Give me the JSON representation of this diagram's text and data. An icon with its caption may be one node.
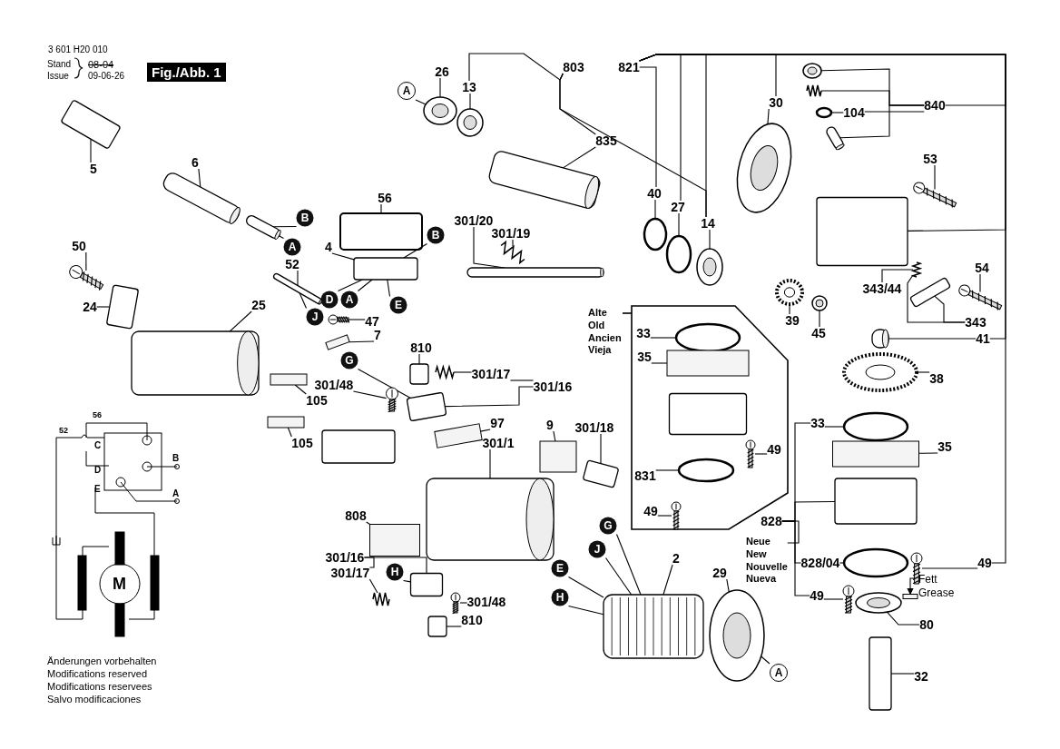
{
  "diagram": {
    "nodes": [
      {
        "text": [
          "5"
        ]
      },
      {
        "text": [
          "6"
        ]
      },
      {
        "text": [
          "B"
        ]
      },
      {
        "text": [
          "A"
        ]
      },
      {
        "text": [
          "50"
        ]
      },
      {
        "text": [
          "24"
        ]
      },
      {
        "text": [
          "56"
        ]
      },
      {
        "text": [
          "4"
        ]
      },
      {
        "text": [
          "52"
        ]
      },
      {
        "text": [
          "B"
        ]
      },
      {
        "text": [
          "D"
        ]
      },
      {
        "text": [
          "A"
        ]
      },
      {
        "text": [
          "E"
        ]
      },
      {
        "text": [
          "J"
        ]
      },
      {
        "text": [
          "25"
        ]
      },
      {
        "text": [
          "47"
        ]
      },
      {
        "text": [
          "7"
        ]
      },
      {
        "text": [
          "26"
        ]
      },
      {
        "text": [
          "A"
        ]
      },
      {
        "text": [
          "13"
        ]
      },
      {
        "text": [
          "803"
        ]
      },
      {
        "text": [
          "835"
        ]
      },
      {
        "text": [
          "821"
        ]
      },
      {
        "text": [
          "40"
        ]
      },
      {
        "text": [
          "27"
        ]
      },
      {
        "text": [
          "14"
        ]
      },
      {
        "text": [
          "30"
        ]
      },
      {
        "text": [
          "840"
        ]
      },
      {
        "text": [
          "104"
        ]
      },
      {
        "text": [
          "53"
        ]
      },
      {
        "text": [
          "54"
        ]
      },
      {
        "text": [
          "343/44"
        ]
      },
      {
        "text": [
          "343"
        ]
      },
      {
        "text": [
          "39"
        ]
      },
      {
        "text": [
          "45"
        ]
      },
      {
        "text": [
          "41"
        ]
      },
      {
        "text": [
          "38"
        ]
      },
      {
        "text": [
          "301/20"
        ]
      },
      {
        "text": [
          "301/19"
        ]
      },
      {
        "text": [
          "810"
        ]
      },
      {
        "text": [
          "G"
        ]
      },
      {
        "text": [
          "301/48"
        ]
      },
      {
        "text": [
          "301/17"
        ]
      },
      {
        "text": [
          "301/16"
        ]
      },
      {
        "text": [
          "105"
        ]
      },
      {
        "text": [
          "105"
        ]
      },
      {
        "text": [
          "97"
        ]
      },
      {
        "text": [
          "9"
        ]
      },
      {
        "text": [
          "301/1"
        ]
      },
      {
        "text": [
          "301/18"
        ]
      },
      {
        "text": [
          "Alte Old Ancien Vieja"
        ]
      },
      {
        "text": [
          "33"
        ],
        "in": 50
      },
      {
        "text": [
          "35"
        ],
        "in": 50
      },
      {
        "text": [
          "49"
        ],
        "in": 50
      },
      {
        "text": [
          "831"
        ],
        "in": 50
      },
      {
        "text": [
          "49"
        ],
        "in": 50
      },
      {
        "text": [
          "808"
        ]
      },
      {
        "text": [
          "301/16"
        ]
      },
      {
        "text": [
          "301/17"
        ]
      },
      {
        "text": [
          "H"
        ]
      },
      {
        "text": [
          "301/48"
        ]
      },
      {
        "text": [
          "810"
        ]
      },
      {
        "text": [
          "G"
        ]
      },
      {
        "text": [
          "J"
        ]
      },
      {
        "text": [
          "E"
        ]
      },
      {
        "text": [
          "H"
        ]
      },
      {
        "text": [
          "2"
        ]
      },
      {
        "text": [
          "29"
        ]
      },
      {
        "text": [
          "A"
        ]
      },
      {
        "text": [
          "33"
        ]
      },
      {
        "text": [
          "35"
        ]
      },
      {
        "text": [
          "828"
        ]
      },
      {
        "text": [
          "Neue New Nouvelle Nueva"
        ]
      },
      {
        "text": [
          "828/04"
        ]
      },
      {
        "text": [
          "49"
        ]
      },
      {
        "text": [
          "49"
        ]
      },
      {
        "text": [
          "Fett Grease"
        ]
      },
      {
        "text": [
          "80"
        ]
      },
      {
        "text": [
          "32"
        ]
      },
      {
        "text": [],
        "shape": "box"
      },
      {
        "text": [],
        "shape": "cylinder"
      },
      {
        "text": [],
        "shape": "cylinder"
      },
      {
        "text": [],
        "shape": "picture"
      },
      {
        "text": [],
        "shape": "box"
      },
      {
        "text": [],
        "shape": "cylinder"
      },
      {
        "text": [],
        "shape": "box"
      },
      {
        "text": [],
        "shape": "box"
      },
      {
        "text": [],
        "shape": "cylinder"
      },
      {
        "text": [],
        "shape": "picture"
      },
      {
        "text": [],
        "shape": "box"
      },
      {
        "text": [],
        "shape": "cylinder"
      },
      {
        "text": [],
        "shape": "picture"
      },
      {
        "text": [],
        "shape": "circle"
      },
      {
        "text": [],
        "shape": "circle"
      },
      {
        "text": [],
        "shape": "cylinder"
      },
      {
        "text": [],
        "shape": "circle"
      },
      {
        "text": [],
        "shape": "circle"
      },
      {
        "text": [],
        "shape": "circle"
      },
      {
        "text": [],
        "shape": "circle"
      },
      {
        "text": [],
        "shape": "box"
      },
      {
        "text": [],
        "shape": "circle"
      },
      {
        "text": [],
        "shape": "picture"
      },
      {
        "text": [],
        "shape": "circle"
      },
      {
        "text": [],
        "shape": "cylinder"
      },
      {
        "text": [],
        "shape": "picture"
      },
      {
        "text": [],
        "shape": "picture"
      },
      {
        "text": [],
        "shape": "box"
      },
      {
        "text": [],
        "shape": "picture"
      },
      {
        "text": [],
        "shape": "circle"
      },
      {
        "text": [],
        "shape": "circle"
      },
      {
        "text": [],
        "shape": "cylinder"
      },
      {
        "text": [],
        "shape": "circle"
      },
      {
        "text": [],
        "shape": "circle"
      },
      {
        "text": [],
        "shape": "box"
      },
      {
        "text": [],
        "shape": "box"
      },
      {
        "text": [],
        "shape": "circle"
      },
      {
        "text": [],
        "shape": "picture"
      },
      {
        "text": [],
        "shape": "picture"
      },
      {
        "text": [],
        "shape": "circle"
      },
      {
        "text": [],
        "shape": "box"
      },
      {
        "text": [],
        "shape": "circle",
        "in": 50
      },
      {
        "text": [],
        "shape": "box",
        "in": 50
      },
      {
        "text": [],
        "shape": "picture",
        "in": 50
      },
      {
        "text": [],
        "shape": "circle",
        "in": 50
      },
      {
        "text": [],
        "shape": "picture",
        "in": 50
      },
      {
        "text": [],
        "shape": "box"
      },
      {
        "text": [],
        "shape": "picture"
      },
      {
        "text": [],
        "shape": "picture"
      },
      {
        "text": [],
        "shape": "box"
      },
      {
        "text": [],
        "shape": "box"
      },
      {
        "text": [],
        "shape": "box"
      },
      {
        "text": [],
        "shape": "box"
      },
      {
        "text": [],
        "shape": "box"
      },
      {
        "text": [],
        "shape": "box"
      },
      {
        "text": [],
        "shape": "cylinder"
      },
      {
        "text": [],
        "shape": "box"
      },
      {
        "text": [],
        "shape": "box"
      },
      {
        "text": [],
        "shape": "picture"
      },
      {
        "text": [],
        "shape": "picture"
      },
      {
        "text": [],
        "shape": "box"
      },
      {
        "text": [],
        "shape": "picture"
      },
      {
        "text": [],
        "shape": "circle"
      },
      {
        "text": [],
        "shape": "box"
      }
    ],
    "edges": [
      {
        "from": 0,
        "to": 79,
        "arrow": "none"
      },
      {
        "from": 1,
        "to": 80,
        "arrow": "none"
      },
      {
        "from": 2,
        "to": 81,
        "arrow": "none"
      },
      {
        "from": 3,
        "to": 81,
        "arrow": "none"
      },
      {
        "from": 4,
        "to": 82,
        "arrow": "none"
      },
      {
        "from": 5,
        "to": 83,
        "arrow": "none"
      },
      {
        "from": 6,
        "to": 85,
        "arrow": "none"
      },
      {
        "from": 7,
        "to": 86,
        "arrow": "none"
      },
      {
        "from": 8,
        "to": 87,
        "arrow": "none"
      },
      {
        "from": 9,
        "to": 86,
        "arrow": "none"
      },
      {
        "from": 10,
        "to": 86,
        "arrow": "none"
      },
      {
        "from": 11,
        "to": 86,
        "arrow": "none"
      },
      {
        "from": 12,
        "to": 86,
        "arrow": "none"
      },
      {
        "from": 13,
        "to": 87,
        "arrow": "none"
      },
      {
        "from": 14,
        "to": 84,
        "arrow": "none"
      },
      {
        "from": 15,
        "to": 88,
        "arrow": "none"
      },
      {
        "from": 16,
        "to": 89,
        "arrow": "none"
      },
      {
        "from": 17,
        "to": 92,
        "arrow": "none"
      },
      {
        "from": 18,
        "to": 92,
        "arrow": "none"
      },
      {
        "from": 19,
        "to": 93,
        "arrow": "none"
      },
      {
        "from": 20,
        "to": 19,
        "arrow": "none"
      },
      {
        "from": 20,
        "to": 21,
        "arrow": "none"
      },
      {
        "from": 20,
        "to": 25,
        "arrow": "none"
      },
      {
        "from": 21,
        "to": 94,
        "arrow": "none"
      },
      {
        "from": 22,
        "to": 23,
        "arrow": "none"
      },
      {
        "from": 22,
        "to": 24,
        "arrow": "none"
      },
      {
        "from": 22,
        "to": 25,
        "arrow": "none"
      },
      {
        "from": 22,
        "to": 26,
        "arrow": "none"
      },
      {
        "from": 22,
        "to": 27,
        "arrow": "none"
      },
      {
        "from": 22,
        "to": 99,
        "arrow": "none"
      },
      {
        "from": 22,
        "to": 35,
        "arrow": "none"
      },
      {
        "from": 22,
        "to": 74,
        "arrow": "none"
      },
      {
        "from": 23,
        "to": 95,
        "arrow": "none"
      },
      {
        "from": 24,
        "to": 96,
        "arrow": "none"
      },
      {
        "from": 25,
        "to": 97,
        "arrow": "none"
      },
      {
        "from": 26,
        "to": 98,
        "arrow": "none"
      },
      {
        "from": 27,
        "to": 100,
        "arrow": "none"
      },
      {
        "from": 27,
        "to": 101,
        "arrow": "none"
      },
      {
        "from": 27,
        "to": 28,
        "arrow": "none"
      },
      {
        "from": 27,
        "to": 103,
        "arrow": "none"
      },
      {
        "from": 28,
        "to": 102,
        "arrow": "none"
      },
      {
        "from": 29,
        "to": 104,
        "arrow": "none"
      },
      {
        "from": 30,
        "to": 105,
        "arrow": "none"
      },
      {
        "from": 31,
        "to": 107,
        "arrow": "none"
      },
      {
        "from": 32,
        "to": 106,
        "arrow": "none"
      },
      {
        "from": 32,
        "to": 107,
        "arrow": "none"
      },
      {
        "from": 33,
        "to": 108,
        "arrow": "none"
      },
      {
        "from": 34,
        "to": 109,
        "arrow": "none"
      },
      {
        "from": 35,
        "to": 110,
        "arrow": "none"
      },
      {
        "from": 36,
        "to": 111,
        "arrow": "none"
      },
      {
        "from": 37,
        "to": 90,
        "arrow": "none"
      },
      {
        "from": 38,
        "to": 91,
        "arrow": "none"
      },
      {
        "from": 39,
        "to": 125,
        "arrow": "none"
      },
      {
        "from": 40,
        "to": 128,
        "arrow": "none"
      },
      {
        "from": 41,
        "to": 127,
        "arrow": "none"
      },
      {
        "from": 42,
        "to": 126,
        "arrow": "none"
      },
      {
        "from": 43,
        "to": 42,
        "arrow": "none"
      },
      {
        "from": 43,
        "to": 128,
        "arrow": "none"
      },
      {
        "from": 44,
        "to": 132,
        "arrow": "none"
      },
      {
        "from": 45,
        "to": 133,
        "arrow": "none"
      },
      {
        "from": 46,
        "to": 129,
        "arrow": "none"
      },
      {
        "from": 47,
        "to": 130,
        "arrow": "none"
      },
      {
        "from": 48,
        "to": 134,
        "arrow": "none"
      },
      {
        "from": 49,
        "to": 135,
        "arrow": "none"
      },
      {
        "from": 51,
        "to": 120,
        "arrow": "none"
      },
      {
        "from": 52,
        "to": 121,
        "arrow": "none"
      },
      {
        "from": 53,
        "to": 122,
        "arrow": "none"
      },
      {
        "from": 54,
        "to": 123,
        "arrow": "none"
      },
      {
        "from": 55,
        "to": 124,
        "arrow": "none"
      },
      {
        "from": 56,
        "to": 131,
        "arrow": "none"
      },
      {
        "from": 57,
        "to": 58,
        "arrow": "none"
      },
      {
        "from": 57,
        "to": 136,
        "arrow": "none"
      },
      {
        "from": 58,
        "to": 137,
        "arrow": "none"
      },
      {
        "from": 59,
        "to": 136,
        "arrow": "none"
      },
      {
        "from": 60,
        "to": 138,
        "arrow": "none"
      },
      {
        "from": 61,
        "to": 139,
        "arrow": "none"
      },
      {
        "from": 62,
        "to": 140,
        "arrow": "none"
      },
      {
        "from": 63,
        "to": 140,
        "arrow": "none"
      },
      {
        "from": 64,
        "to": 140,
        "arrow": "none"
      },
      {
        "from": 65,
        "to": 140,
        "arrow": "none"
      },
      {
        "from": 66,
        "to": 140,
        "arrow": "none"
      },
      {
        "from": 67,
        "to": 141,
        "arrow": "none"
      },
      {
        "from": 68,
        "to": 141,
        "arrow": "none"
      },
      {
        "from": 69,
        "to": 112,
        "arrow": "none"
      },
      {
        "from": 70,
        "to": 113,
        "arrow": "none"
      },
      {
        "from": 71,
        "to": 69,
        "arrow": "none"
      },
      {
        "from": 71,
        "to": 73,
        "arrow": "none"
      },
      {
        "from": 71,
        "to": 75,
        "arrow": "none"
      },
      {
        "from": 71,
        "to": 114,
        "arrow": "none"
      },
      {
        "from": 72,
        "to": 71,
        "arrow": "none"
      },
      {
        "from": 73,
        "to": 115,
        "arrow": "none"
      },
      {
        "from": 74,
        "to": 116,
        "arrow": "none"
      },
      {
        "from": 75,
        "to": 117,
        "arrow": "none"
      },
      {
        "from": 76,
        "to": 142,
        "arrow": "to"
      },
      {
        "from": 77,
        "to": 118,
        "arrow": "none"
      },
      {
        "from": 78,
        "to": 119,
        "arrow": "none"
      }
    ],
    "labels": [
      "3 601 H20 010",
      "Stand",
      "Issue",
      "08-04",
      "09-06-26",
      "Fig./Abb. 1",
      "56",
      "52",
      "C",
      "B",
      "D",
      "E",
      "A",
      "M",
      "Änderungen vorbehalten",
      "Modifications reserved",
      "Modifications reservees",
      "Salvo modificaciones"
    ]
  }
}
